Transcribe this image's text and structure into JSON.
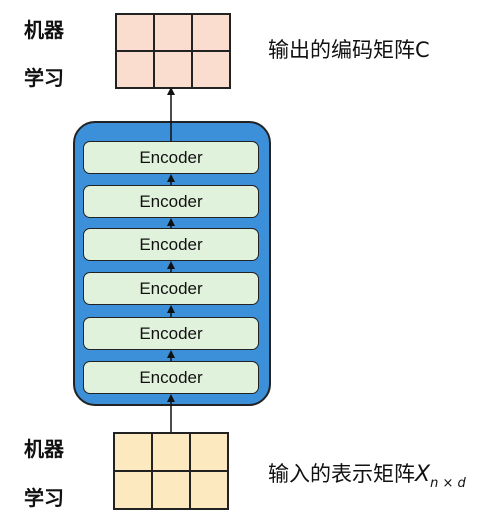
{
  "output": {
    "left_words": [
      "机器",
      "学习"
    ],
    "caption": "输出的编码矩阵C",
    "fill": "#fbddd0"
  },
  "input": {
    "left_words": [
      "机器",
      "学习"
    ],
    "caption_text": "输入的表示矩阵",
    "caption_symbol": "X",
    "caption_subscript": "n × d",
    "fill": "#fde9c0"
  },
  "encoder_stack": {
    "fill": "#3b90d9",
    "block_fill": "#e1f2dc",
    "blocks": [
      "Encoder",
      "Encoder",
      "Encoder",
      "Encoder",
      "Encoder",
      "Encoder"
    ]
  }
}
